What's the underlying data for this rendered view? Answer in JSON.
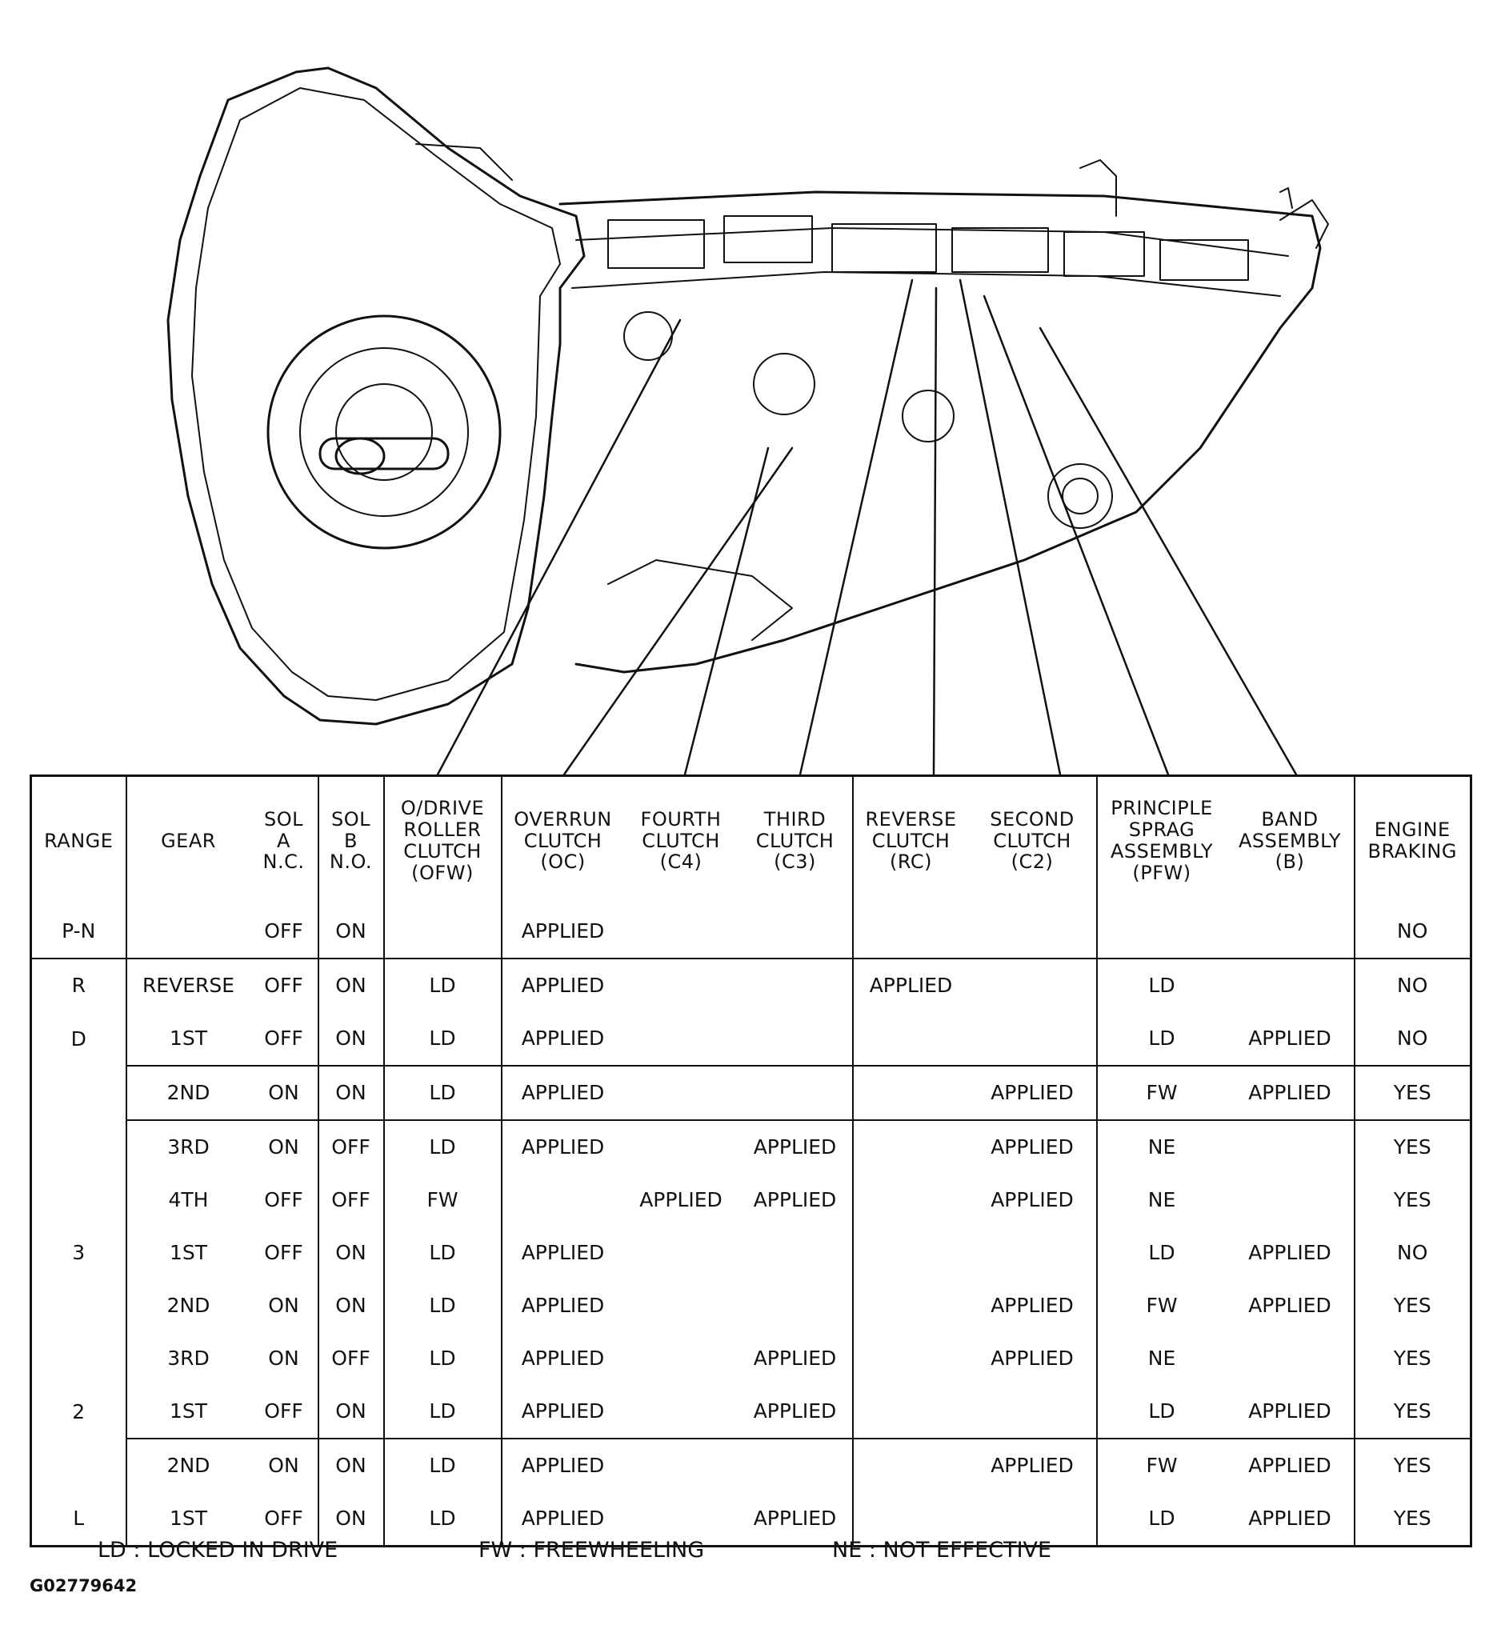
{
  "figure_id": "G02779642",
  "columns": {
    "range": "RANGE",
    "gear": "GEAR",
    "sol_a": "SOL\nA\nN.C.",
    "sol_b": "SOL\nB\nN.O.",
    "ofw": "O/DRIVE\nROLLER\nCLUTCH\n(OFW)",
    "oc": "OVERRUN\nCLUTCH\n(OC)",
    "c4": "FOURTH\nCLUTCH\n(C4)",
    "c3": "THIRD\nCLUTCH\n(C3)",
    "rc": "REVERSE\nCLUTCH\n(RC)",
    "c2": "SECOND\nCLUTCH\n(C2)",
    "pfw": "PRINCIPLE\nSPRAG\nASSEMBLY\n(PFW)",
    "b": "BAND\nASSEMBLY\n(B)",
    "engine_braking": "ENGINE\nBRAKING"
  },
  "rows": [
    {
      "range": "P-N",
      "gear": "",
      "sol_a": "OFF",
      "sol_b": "ON",
      "ofw": "",
      "oc": "APPLIED",
      "c4": "",
      "c3": "",
      "rc": "",
      "c2": "",
      "pfw": "",
      "b": "",
      "engine_braking": "NO"
    },
    {
      "range": "R",
      "gear": "REVERSE",
      "sol_a": "OFF",
      "sol_b": "ON",
      "ofw": "LD",
      "oc": "APPLIED",
      "c4": "",
      "c3": "",
      "rc": "APPLIED",
      "c2": "",
      "pfw": "LD",
      "b": "",
      "engine_braking": "NO"
    },
    {
      "range": "D",
      "gear": "1ST",
      "sol_a": "OFF",
      "sol_b": "ON",
      "ofw": "LD",
      "oc": "APPLIED",
      "c4": "",
      "c3": "",
      "rc": "",
      "c2": "",
      "pfw": "LD",
      "b": "APPLIED",
      "engine_braking": "NO"
    },
    {
      "range": "",
      "gear": "2ND",
      "sol_a": "ON",
      "sol_b": "ON",
      "ofw": "LD",
      "oc": "APPLIED",
      "c4": "",
      "c3": "",
      "rc": "",
      "c2": "APPLIED",
      "pfw": "FW",
      "b": "APPLIED",
      "engine_braking": "YES"
    },
    {
      "range": "",
      "gear": "3RD",
      "sol_a": "ON",
      "sol_b": "OFF",
      "ofw": "LD",
      "oc": "APPLIED",
      "c4": "",
      "c3": "APPLIED",
      "rc": "",
      "c2": "APPLIED",
      "pfw": "NE",
      "b": "",
      "engine_braking": "YES"
    },
    {
      "range": "",
      "gear": "4TH",
      "sol_a": "OFF",
      "sol_b": "OFF",
      "ofw": "FW",
      "oc": "",
      "c4": "APPLIED",
      "c3": "APPLIED",
      "rc": "",
      "c2": "APPLIED",
      "pfw": "NE",
      "b": "",
      "engine_braking": "YES"
    },
    {
      "range": "3",
      "gear": "1ST",
      "sol_a": "OFF",
      "sol_b": "ON",
      "ofw": "LD",
      "oc": "APPLIED",
      "c4": "",
      "c3": "",
      "rc": "",
      "c2": "",
      "pfw": "LD",
      "b": "APPLIED",
      "engine_braking": "NO"
    },
    {
      "range": "",
      "gear": "2ND",
      "sol_a": "ON",
      "sol_b": "ON",
      "ofw": "LD",
      "oc": "APPLIED",
      "c4": "",
      "c3": "",
      "rc": "",
      "c2": "APPLIED",
      "pfw": "FW",
      "b": "APPLIED",
      "engine_braking": "YES"
    },
    {
      "range": "",
      "gear": "3RD",
      "sol_a": "ON",
      "sol_b": "OFF",
      "ofw": "LD",
      "oc": "APPLIED",
      "c4": "",
      "c3": "APPLIED",
      "rc": "",
      "c2": "APPLIED",
      "pfw": "NE",
      "b": "",
      "engine_braking": "YES"
    },
    {
      "range": "2",
      "gear": "1ST",
      "sol_a": "OFF",
      "sol_b": "ON",
      "ofw": "LD",
      "oc": "APPLIED",
      "c4": "",
      "c3": "APPLIED",
      "rc": "",
      "c2": "",
      "pfw": "LD",
      "b": "APPLIED",
      "engine_braking": "YES"
    },
    {
      "range": "",
      "gear": "2ND",
      "sol_a": "ON",
      "sol_b": "ON",
      "ofw": "LD",
      "oc": "APPLIED",
      "c4": "",
      "c3": "",
      "rc": "",
      "c2": "APPLIED",
      "pfw": "FW",
      "b": "APPLIED",
      "engine_braking": "YES"
    },
    {
      "range": "L",
      "gear": "1ST",
      "sol_a": "OFF",
      "sol_b": "ON",
      "ofw": "LD",
      "oc": "APPLIED",
      "c4": "",
      "c3": "APPLIED",
      "rc": "",
      "c2": "",
      "pfw": "LD",
      "b": "APPLIED",
      "engine_braking": "YES"
    }
  ],
  "legend": {
    "ld": "LD : LOCKED IN DRIVE",
    "fw": "FW : FREEWHEELING",
    "ne": "NE : NOT EFFECTIVE"
  }
}
